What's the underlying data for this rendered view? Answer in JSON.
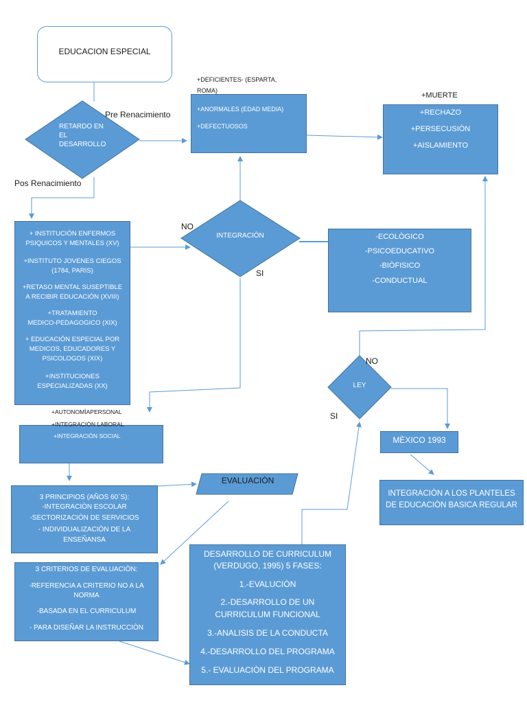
{
  "title_box": {
    "label": "EDUCACION ESPECIAL"
  },
  "retardo": {
    "line1": "RETARDO EN",
    "line2": "EL",
    "line3": "DESARROLLO"
  },
  "labels": {
    "pre": "Pre Renacimiento",
    "pos": "Pos Renacimiento",
    "no_integracion": "NO",
    "si_integracion": "SI",
    "no_ley": "NO",
    "si_ley": "SI"
  },
  "deficientes": {
    "line1": "+DEFICIENTES- (ESPARTA,",
    "line2": "ROMA)",
    "line3": "+ANORMALES (EDAD MEDIA)",
    "line4": "+DEFECTUOSOS"
  },
  "muerte": {
    "line1": "+MUERTE",
    "line2": "+RECHAZO",
    "line3": "+PERSECUSIÒN",
    "line4": "+AISLAMIENTO"
  },
  "historia": {
    "items": [
      "+ INSTITUCIÒN ENFERMOS",
      "PSIQUICOS Y MENTALES (XV)",
      "+INSTITUTO JOVENES CIEGOS",
      "(1784, PARIS)",
      "+RETASO MENTAL SUSEPTIBLE",
      "A RECIBIR EDUCACIÒN (XVIII)",
      "+TRATAMIENTO",
      "MEDICO-PEDAGOGICO (XIX)",
      "+ EDUCACIÒN ESPECIAL POR",
      "MEDICOS, EDUCADORES Y",
      "PSICOLOGOS (XIX)",
      "+INSTITUCIONES",
      "ESPECIALIZADAS (XX)"
    ]
  },
  "integracion": {
    "label": "INTEGRACIÒN"
  },
  "modelos": {
    "items": [
      "-ECOLÒGICO",
      "-PSICOEDUCATIVO",
      "-BIÒFISICO",
      "-CONDUCTUAL"
    ]
  },
  "ley": {
    "label": "LEY"
  },
  "mexico": {
    "label": "MÈXICO 1993"
  },
  "planteles": {
    "line1": "INTEGRACIÒN A LOS PLANTELES",
    "line2": "DE EDUCACIÒN BASICA REGULAR"
  },
  "autonomia": {
    "line1": "+AUTONOMÌAPERSONAL",
    "line2": "+INTEGRACIÒN LABORAL",
    "line3": "+INTEGRACIÒN SOCIAL"
  },
  "principios": {
    "items": [
      "3 PRINCIPIOS (AÑOS 60`S):",
      "-INTEGRACIÒN ESCOLAR",
      "-SECTORIZACIÒN DE SERVICIOS",
      "- INDIVIDUALIZACIÒN DE LA",
      "ENSEÑANSA"
    ]
  },
  "evaluacion": {
    "label": "EVALUACIÒN"
  },
  "criterios": {
    "items": [
      "3 CRITERIOS DE EVALUACIÒN:",
      "-REFERENCIA A CRITERIO NO A LA",
      "NORMA",
      "-BASADA EN EL CURRICULUM",
      "- PARA DISEÑAR LA INSTRUCCIÒN"
    ]
  },
  "curriculum": {
    "items": [
      "DESARROLLO DE CURRICULUM",
      "(VERDUGO, 1995) 5 FASES:",
      "1.-EVALUCIÒN",
      "2.-DESARROLLO DE UN",
      "CURRICULUM FUNCIONAL",
      "3.-ANALISIS DE LA CONDUCTA",
      "4.-DESARROLLO DEL PROGRAMA",
      "5.- EVALUACIÒN DEL PROGRAMA"
    ]
  },
  "colors": {
    "fill": "#5b9bd5",
    "stroke": "#41719c",
    "line": "#5b9bd5"
  }
}
